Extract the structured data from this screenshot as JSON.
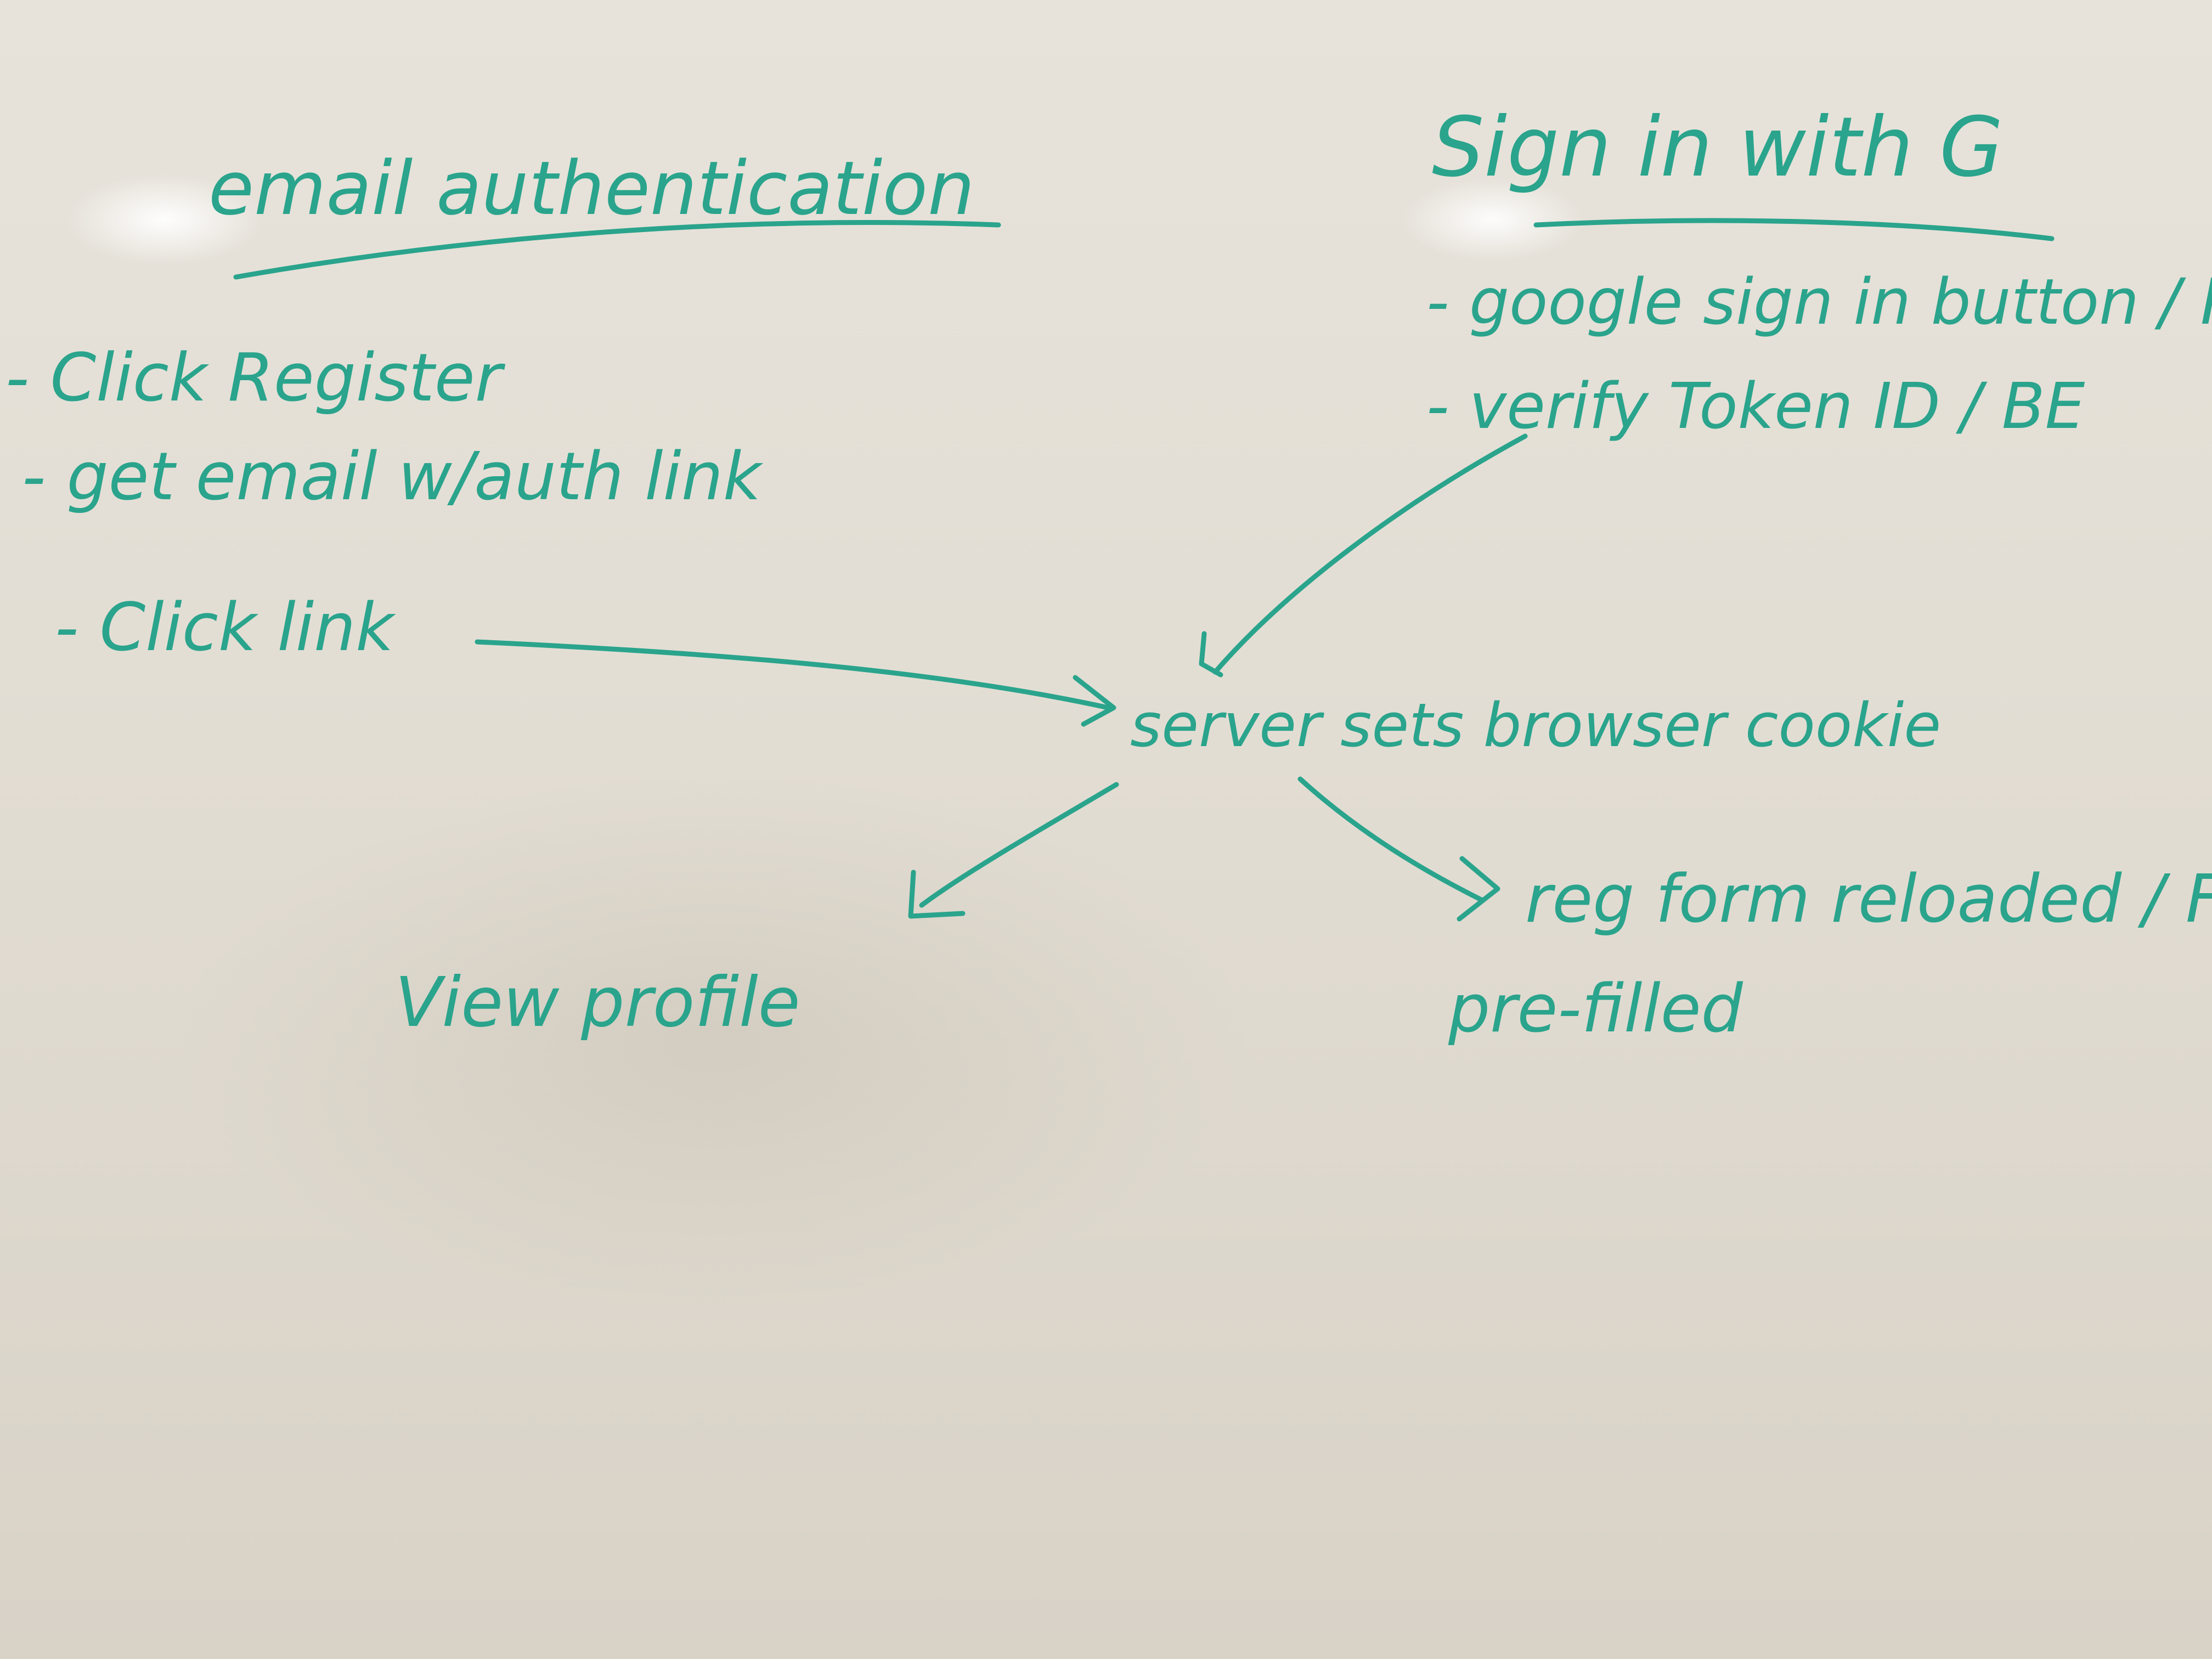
{
  "board": {
    "ink_color": "#2aa48c"
  },
  "email_section": {
    "title": "email authentication",
    "steps": [
      "- Click Register",
      "- get email w/auth link",
      "- Click link"
    ]
  },
  "google_section": {
    "title": "Sign in with G",
    "steps": [
      "- google sign in button / FE",
      "- verify Token ID / BE"
    ]
  },
  "center": {
    "label": "server sets browser cookie"
  },
  "outcomes": {
    "left": "View profile",
    "right_line1": "reg form reloaded / FE",
    "right_line2": "pre-filled"
  }
}
